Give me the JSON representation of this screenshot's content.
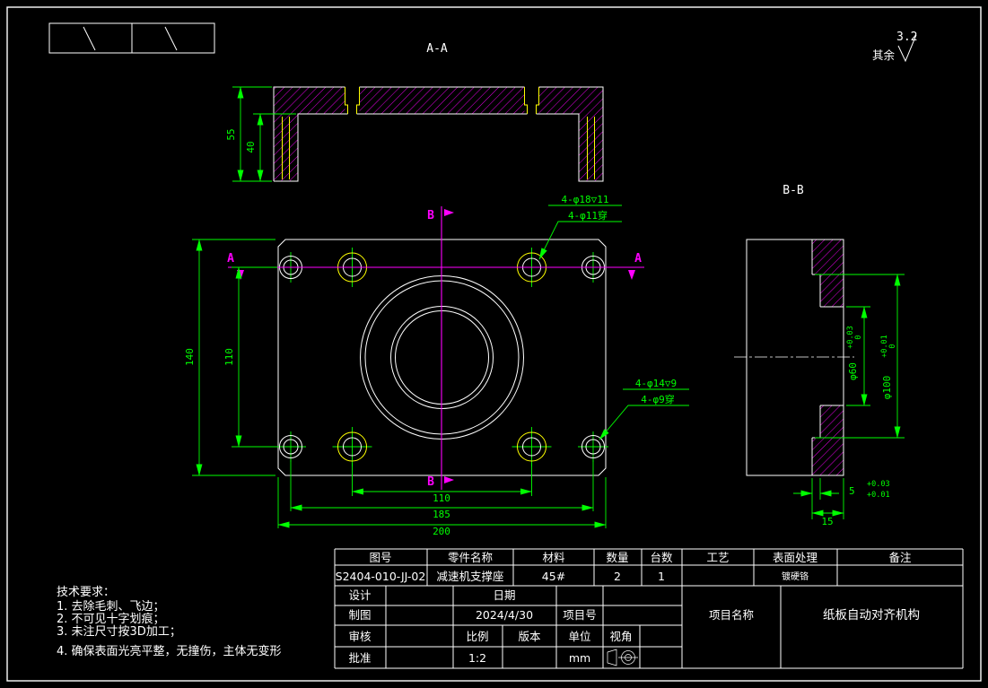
{
  "drawing": {
    "section_aa": "A-A",
    "section_bb": "B-B",
    "surface_note": "其余",
    "surface_roughness": "3.2",
    "mark_a": "A",
    "mark_b": "B"
  },
  "dimensions": {
    "aa_height": "55",
    "aa_inner_height": "40",
    "front_height": "140",
    "front_hole_v": "110",
    "front_hole_h": "110",
    "front_hole_h2": "185",
    "front_width": "200",
    "note_cb18": "4-φ18▽11",
    "note_th11": "4-φ11穿",
    "note_cb14": "4-φ14▽9",
    "note_th9": "4-φ9穿",
    "bore_d60": "φ60",
    "bore_d60_tol_up": "+0.03",
    "bore_d60_tol_low": "0",
    "bore_d100": "φ100",
    "bore_d100_tol_up": "+0.01",
    "bore_d100_tol_low": "0",
    "depth_5": "5",
    "depth_5_tol_up": "+0.03",
    "depth_5_tol_low": "+0.01",
    "thickness_15": "15"
  },
  "tech_requirements": {
    "title": "技术要求：",
    "items": [
      "1. 去除毛刺、飞边；",
      "2. 不可见十字划痕；",
      "3. 未注尺寸按3D加工；",
      "4. 确保表面光亮平整，无撞伤，主体无变形"
    ]
  },
  "title_block": {
    "h_drawing_no": "图号",
    "h_part_name": "零件名称",
    "h_material": "材料",
    "h_qty": "数量",
    "h_sets": "台数",
    "h_process": "工艺",
    "h_surface": "表面处理",
    "h_remark": "备注",
    "v_drawing_no": "S2404-010-JJ-02",
    "v_part_name": "减速机支撑座",
    "v_material": "45#",
    "v_qty": "2",
    "v_sets": "1",
    "v_surface": "镀硬铬",
    "design": "设计",
    "draft": "制图",
    "review": "审核",
    "approve": "批准",
    "date": "日期",
    "date_value": "2024/4/30",
    "project_no": "项目号",
    "scale": "比例",
    "scale_value": "1:2",
    "version": "版本",
    "unit": "单位",
    "unit_value": "mm",
    "view_angle": "视角",
    "project_name_label": "项目名称",
    "project_name_value": "纸板自动对齐机构"
  },
  "colors": {
    "background": "#000000",
    "outline": "#ffffff",
    "dimension": "#00ff00",
    "section": "#ff00ff",
    "hole": "#ffff00"
  }
}
